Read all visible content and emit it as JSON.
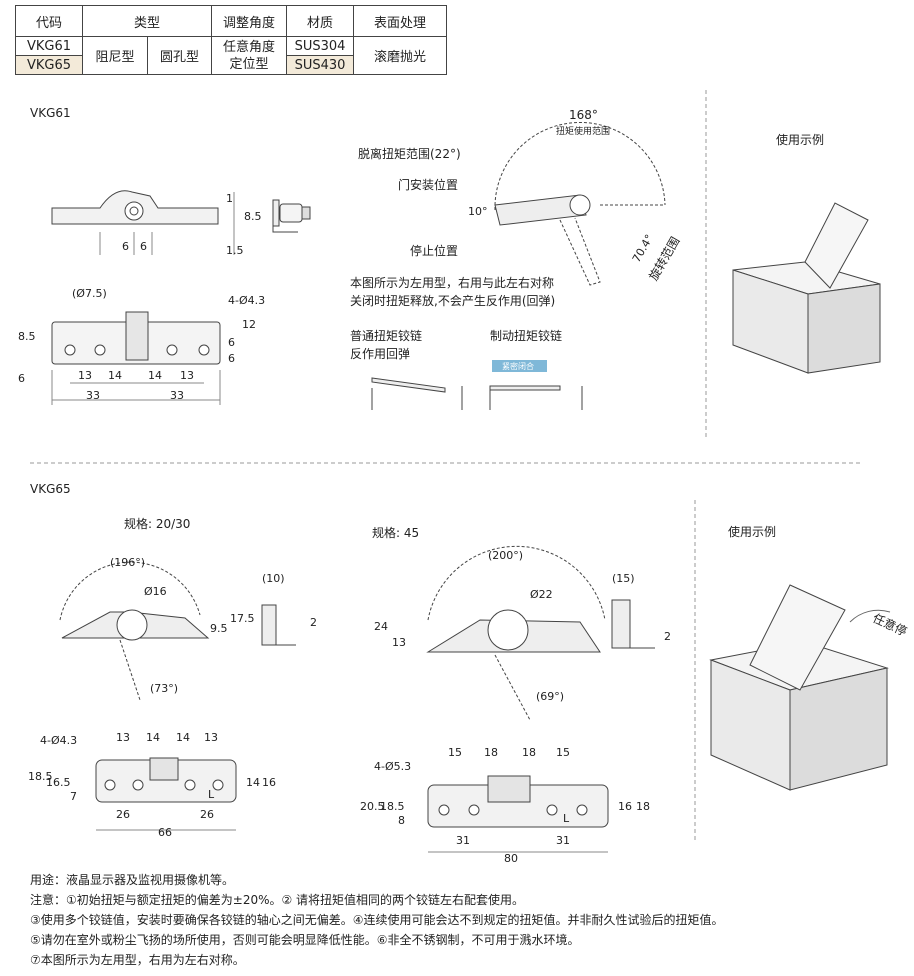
{
  "table": {
    "headers": [
      "代码",
      "类型",
      "调整角度",
      "材质",
      "表面处理"
    ],
    "row1": {
      "code": "VKG61",
      "type_a": "阻尼型",
      "type_b": "圆孔型",
      "angle_1": "任意角度",
      "angle_2": "定位型",
      "material": "SUS304",
      "surface": "滚磨抛光"
    },
    "row2": {
      "code": "VKG65",
      "material": "SUS430"
    }
  },
  "vkg61": {
    "title": "VKG61",
    "top_dims": {
      "a": "1",
      "b": "8.5",
      "c": "1.5",
      "d": "6",
      "e": "6"
    },
    "plan_dims": {
      "pin": "(Ø7.5)",
      "holes": "4-Ø4.3",
      "h1": "8.5",
      "h2": "6",
      "r1": "12",
      "r2": "6",
      "r3": "6",
      "s1": "13",
      "s2": "14",
      "s3": "14",
      "s4": "13",
      "t1": "33",
      "t2": "33"
    },
    "range_title": "168°",
    "range_sub": "扭矩使用范围",
    "disengage": "脱离扭矩范围(22°)",
    "door_pos": "门安装位置",
    "stop_pos": "停止位置",
    "angle10": "10°",
    "angle704": "70.4°",
    "rot_range": "旋转范围",
    "desc1": "本图所示为左用型，右用与此左右对称",
    "desc2": "关闭时扭矩释放,不会产生反作用(回弹)",
    "normal1": "普通扭矩铰链",
    "normal2": "反作用回弹",
    "brake": "制动扭矩铰链",
    "brake_tag": "紧密闭合",
    "example": "使用示例"
  },
  "vkg65": {
    "title": "VKG65",
    "spec_a": "规格: 20/30",
    "spec_b": "规格: 45",
    "a_dims": {
      "ang": "(196°)",
      "dia": "Ø16",
      "h1": "9.5",
      "h2": "17.5",
      "t": "(10)",
      "s": "2",
      "ang2": "(73°)",
      "holes": "4-Ø4.3",
      "x1": "13",
      "x2": "14",
      "x3": "14",
      "x4": "13",
      "v1": "18.5",
      "v2": "16.5",
      "v3": "7",
      "v4": "14",
      "v5": "16",
      "w1": "26",
      "w2": "26",
      "w3": "66",
      "L": "L"
    },
    "b_dims": {
      "ang": "(200°)",
      "dia": "Ø22",
      "h1": "24",
      "h2": "13",
      "t": "(15)",
      "s": "2",
      "ang2": "(69°)",
      "holes": "4-Ø5.3",
      "x1": "15",
      "x2": "18",
      "x3": "18",
      "x4": "15",
      "v1": "20.5",
      "v2": "18.5",
      "v3": "8",
      "v4": "16",
      "v5": "18",
      "w1": "31",
      "w2": "31",
      "w3": "80",
      "L": "L"
    },
    "example": "使用示例",
    "free_stop": "任意停"
  },
  "notes": [
    "用途：液晶显示器及监视用摄像机等。",
    "注意：①初始扭矩与额定扭矩的偏差为±20%。② 请将扭矩值相同的两个铰链左右配套使用。",
    "③使用多个铰链值，安装时要确保各铰链的轴心之间无偏差。④连续使用可能会达不到规定的扭矩值。并非耐久性试验后的扭矩值。",
    "⑤请勿在室外或粉尘飞扬的场所使用，否则可能会明显降低性能。⑥非全不锈钢制，不可用于溅水环境。",
    "⑦本图所示为左用型，右用为左右对称。"
  ]
}
